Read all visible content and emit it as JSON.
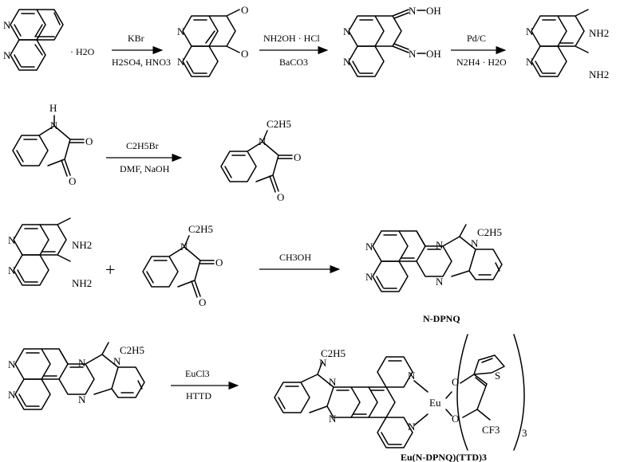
{
  "scheme": {
    "step1": {
      "water": "· H2O",
      "reagent_top": "KBr",
      "reagent_bottom": "H2SO4, HNO3"
    },
    "step2": {
      "reagent_top": "NH2OH · HCl",
      "reagent_bottom": "BaCO3"
    },
    "step3": {
      "reagent_top": "Pd/C",
      "reagent_bottom": "N2H4 · H2O"
    },
    "step4": {
      "reagent_top": "C2H5Br",
      "reagent_bottom": "DMF, NaOH"
    },
    "step5": {
      "plus": "+",
      "reagent_top": "CH3OH"
    },
    "step6": {
      "reagent_top": "EuCl3",
      "reagent_bottom": "HTTD"
    },
    "labels": {
      "ndpnq": "N-DPNQ",
      "complex": "Eu(N-DPNQ)(TTD)3"
    },
    "atoms": {
      "N": "N",
      "O": "O",
      "H": "H",
      "S": "S",
      "Eu": "Eu",
      "OH": "OH",
      "NH2": "NH2",
      "C2H5": "C2H5",
      "CF3": "CF3",
      "subscript3": "3"
    }
  }
}
